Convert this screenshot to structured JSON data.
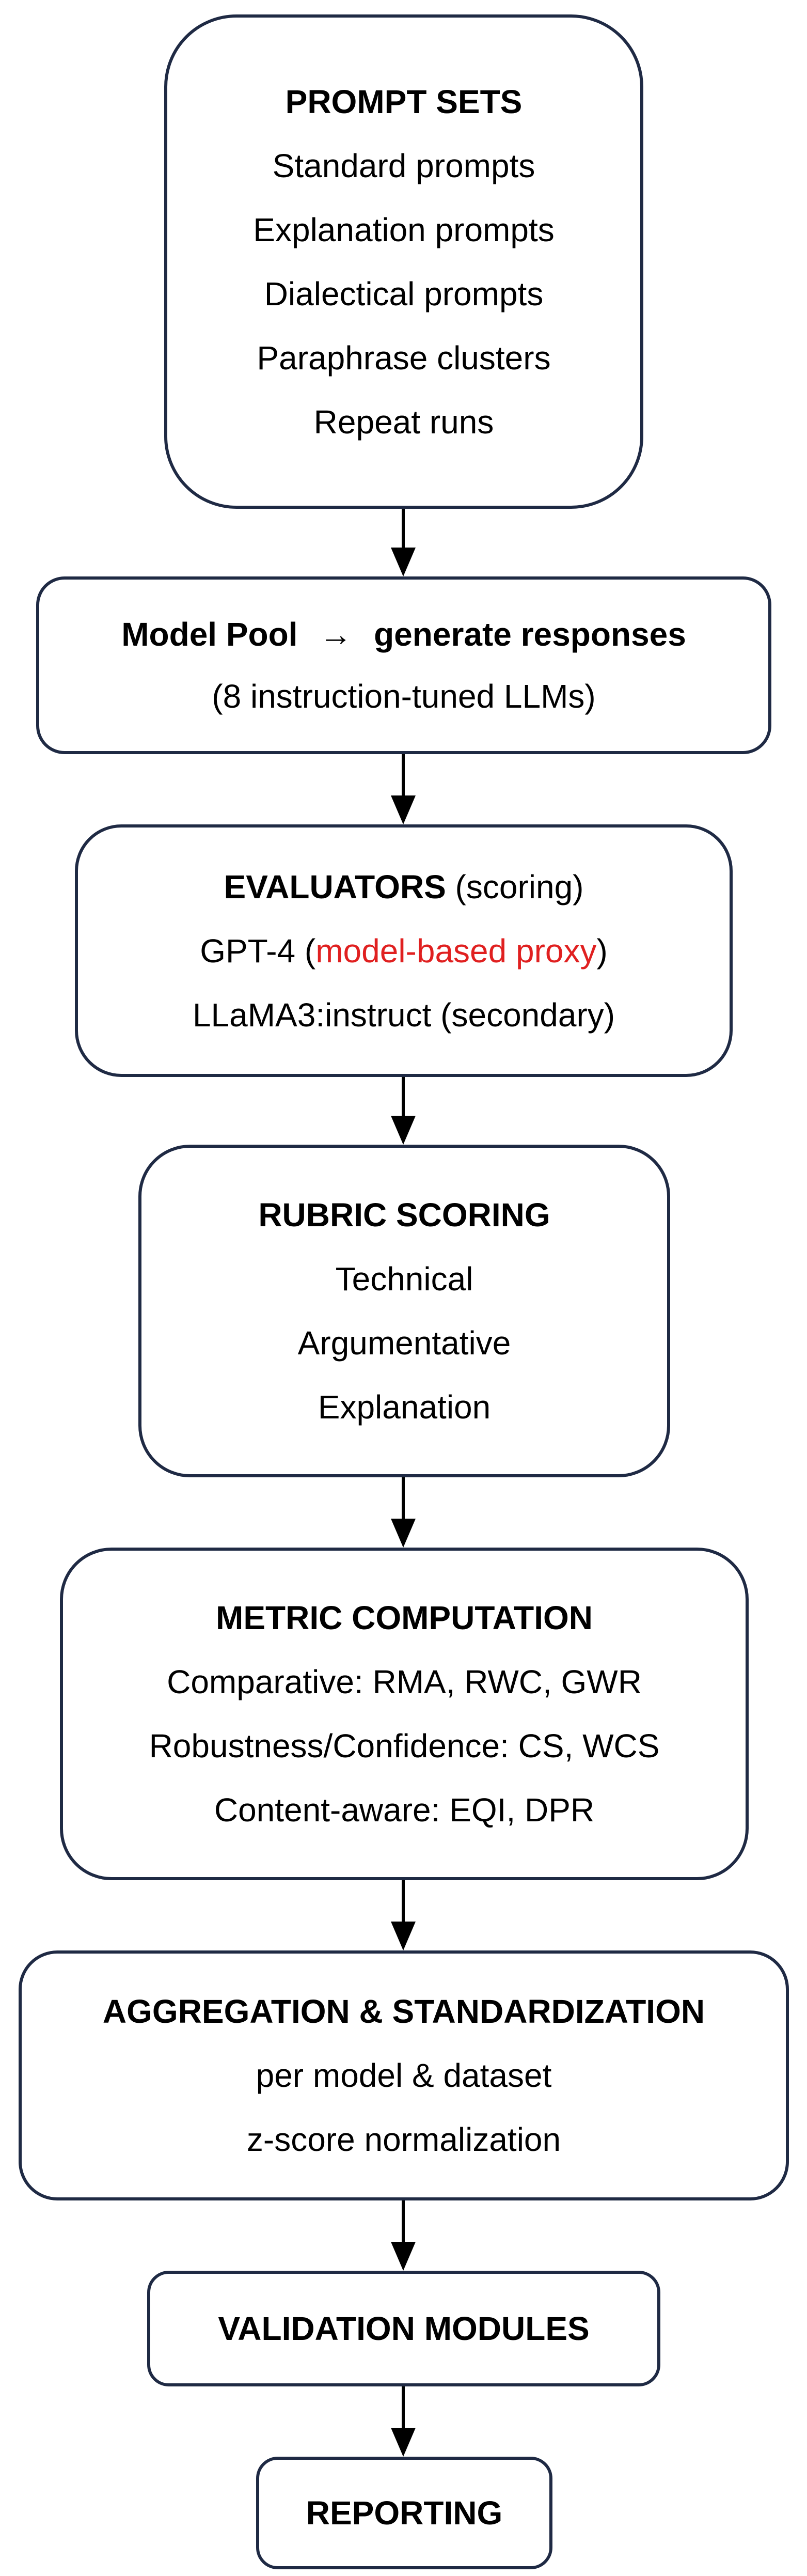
{
  "diagram": {
    "prompt_sets": {
      "title": "PROMPT SETS",
      "items": [
        "Standard prompts",
        "Explanation prompts",
        "Dialectical prompts",
        "Paraphrase clusters",
        "Repeat runs"
      ]
    },
    "model_pool": {
      "title_left": "Model Pool",
      "arrow": "→",
      "title_right": "generate responses",
      "subtitle": "(8 instruction-tuned LLMs)"
    },
    "evaluators": {
      "title": "EVALUATORS",
      "title_suffix": "(scoring)",
      "line1_prefix": "GPT-4 (",
      "line1_highlight": "model-based proxy",
      "line1_suffix": ")",
      "line2": "LLaMA3:instruct (secondary)"
    },
    "rubric_scoring": {
      "title": "RUBRIC SCORING",
      "items": [
        "Technical",
        "Argumentative",
        "Explanation"
      ]
    },
    "metric_computation": {
      "title": "METRIC COMPUTATION",
      "items": [
        "Comparative: RMA, RWC, GWR",
        "Robustness/Confidence: CS, WCS",
        "Content-aware: EQI, DPR"
      ]
    },
    "aggregation": {
      "title": "AGGREGATION & STANDARDIZATION",
      "items": [
        "per model & dataset",
        "z-score normalization"
      ]
    },
    "validation": {
      "title": "VALIDATION MODULES"
    },
    "reporting": {
      "title": "REPORTING"
    },
    "colors": {
      "border": "#1f2a44",
      "highlight": "#e02020"
    }
  }
}
